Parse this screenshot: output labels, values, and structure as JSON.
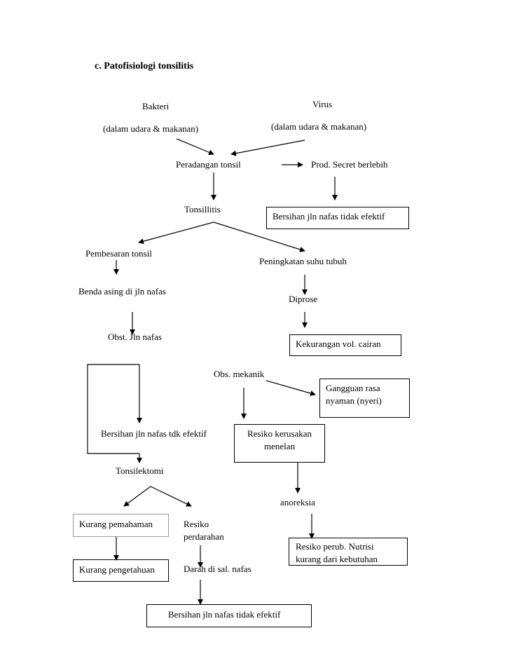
{
  "heading": "c.   Patofisiologi tonsilitis",
  "nodes": {
    "bakteri": "Bakteri",
    "bakteri_src": "(dalam udara & makanan)",
    "virus": "Virus",
    "virus_src": "(dalam udara & makanan)",
    "peradangan": "Peradangan tonsil",
    "prod_secret": "Prod. Secret berlebih",
    "tonsillitis": "Tonsillitis",
    "bersihan_1": "Bersihan jln nafas tidak efektif",
    "pembesaran": "Pembesaran tonsil",
    "peningkatan": "Peningkatan suhu tubuh",
    "benda_asing": "Benda asing di jln nafas",
    "diprose": "Diprose",
    "obst": "Obst. Jln nafas",
    "kekurangan": "Kekurangan vol. cairan",
    "obs_mekanik": "Obs. mekanik",
    "gangguan": "Gangguan rasa nyaman (nyeri)",
    "bersihan_tdk": "Bersihan jln nafas tdk efektif",
    "resiko_kerusakan": "Resiko kerusakan menelan",
    "tonsilektomi": "Tonsilektomi",
    "anoreksia": "anoreksia",
    "kurang_pemahaman": "Kurang pemahaman",
    "resiko_perdarahan": "Resiko perdarahan",
    "resiko_nutrisi": "Resiko perub. Nutrisi kurang dari kebutuhan",
    "kurang_pengetahuan": "Kurang pengetahuan",
    "darah": "Darah di sal. nafas",
    "bersihan_final": "Bersihan jln nafas tidak efektif"
  }
}
